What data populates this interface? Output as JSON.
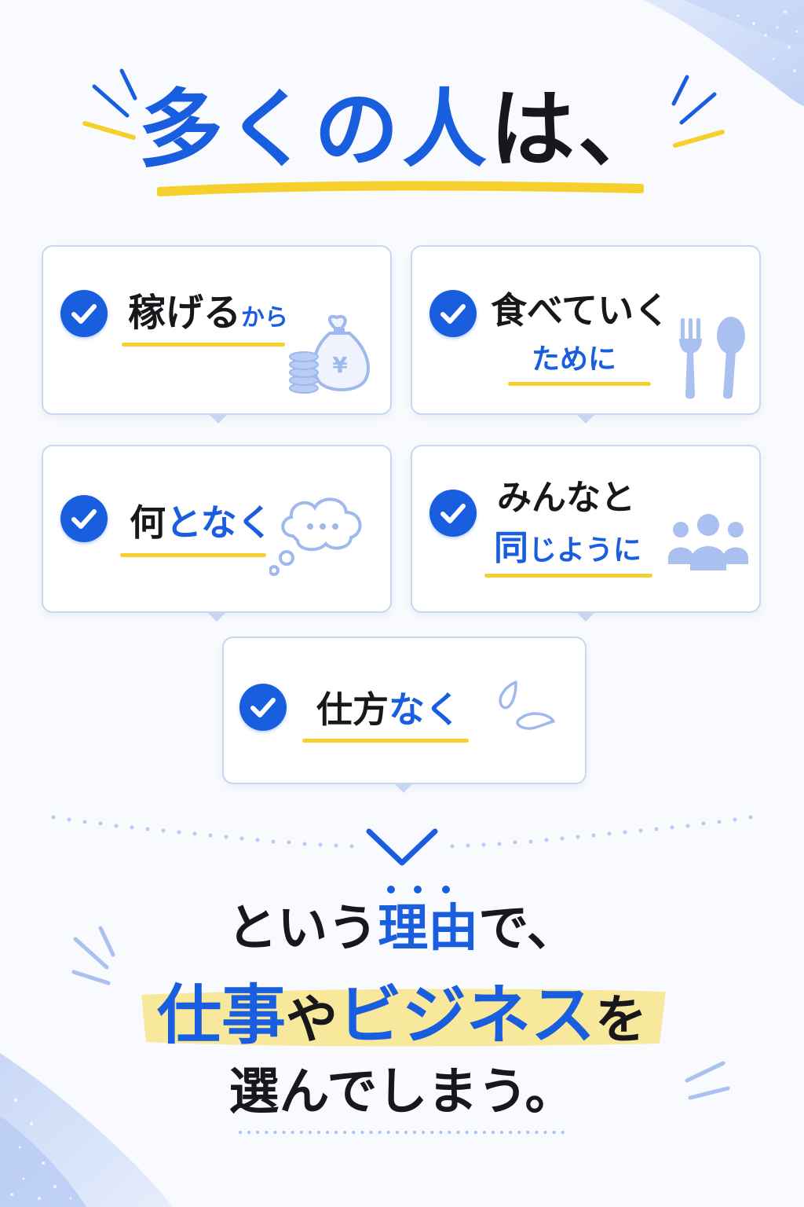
{
  "headline": {
    "part_blue": "多くの人",
    "part_dark": "は、"
  },
  "reasons": [
    {
      "main": "稼げる",
      "suffix": "から",
      "icon": "money-bag-icon"
    },
    {
      "main": "食べていく",
      "sub": "ために",
      "icon": "fork-spoon-icon"
    },
    {
      "main": "何",
      "suffix": "となく",
      "icon": "thought-bubble-icon"
    },
    {
      "main": "みんなと",
      "sub_blue": "同",
      "sub_dark": "じように",
      "icon": "people-icon"
    },
    {
      "main": "仕方",
      "suffix": "なく",
      "icon": "drop-icon"
    }
  ],
  "conclusion": {
    "line1_a": "という",
    "line1_b": "理由",
    "line1_c": "で、",
    "line2_a": "仕事",
    "line2_b": "や",
    "line2_c": "ビジネス",
    "line2_d": "を",
    "line3": "選んでしまう。"
  },
  "colors": {
    "accent": "#1a5ee0",
    "highlight": "#f5cf2b",
    "card_border": "#c9d6f3",
    "icon_light": "#9fb8ee"
  }
}
